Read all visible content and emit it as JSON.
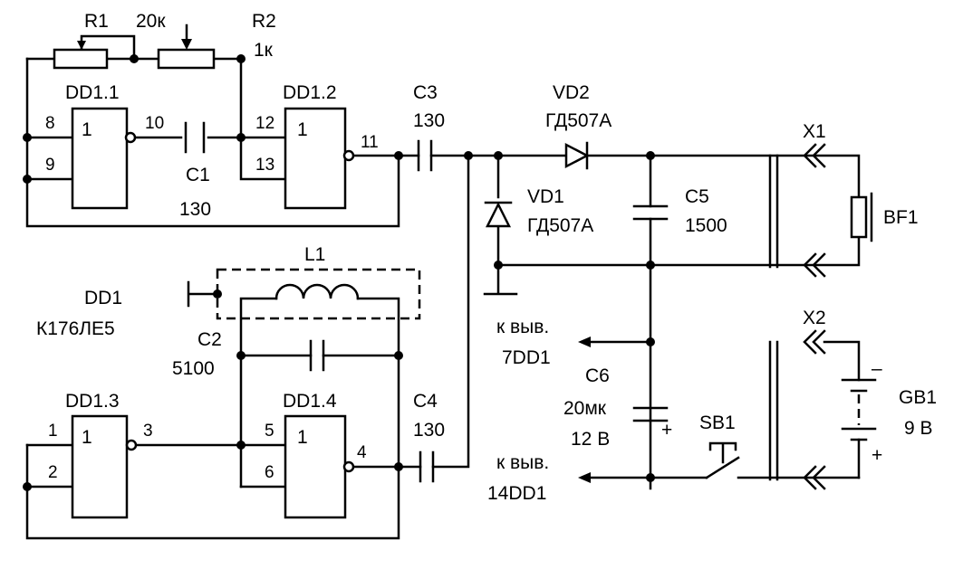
{
  "chip": {
    "name": "DD1",
    "part": "К176ЛЕ5"
  },
  "gates": {
    "dd11": {
      "label": "DD1.1",
      "symbol": "1",
      "pin_in_a": "8",
      "pin_in_b": "9",
      "pin_out": "10"
    },
    "dd12": {
      "label": "DD1.2",
      "symbol": "1",
      "pin_in_a": "12",
      "pin_in_b": "13",
      "pin_out": "11"
    },
    "dd13": {
      "label": "DD1.3",
      "symbol": "1",
      "pin_in_a": "1",
      "pin_in_b": "2",
      "pin_out": "3"
    },
    "dd14": {
      "label": "DD1.4",
      "symbol": "1",
      "pin_in_a": "5",
      "pin_in_b": "6",
      "pin_out": "4"
    }
  },
  "resistors": {
    "r1": {
      "label": "R1",
      "value": "20к"
    },
    "r2": {
      "label": "R2",
      "value": "1к"
    }
  },
  "capacitors": {
    "c1": {
      "label": "C1",
      "value": "130"
    },
    "c2": {
      "label": "C2",
      "value": "5100"
    },
    "c3": {
      "label": "C3",
      "value": "130"
    },
    "c4": {
      "label": "C4",
      "value": "130"
    },
    "c5": {
      "label": "C5",
      "value": "1500"
    },
    "c6": {
      "label": "C6",
      "value": "20мк",
      "voltage": "12 В",
      "polarity": "+"
    }
  },
  "diodes": {
    "vd1": {
      "label": "VD1",
      "part": "ГД507А"
    },
    "vd2": {
      "label": "VD2",
      "part": "ГД507А"
    }
  },
  "inductor": {
    "label": "L1"
  },
  "connectors": {
    "x1": {
      "label": "X1"
    },
    "x2": {
      "label": "X2"
    }
  },
  "earphone": {
    "label": "BF1"
  },
  "battery": {
    "label": "GB1",
    "value": "9 В",
    "minus": "–",
    "plus": "+"
  },
  "switch": {
    "label": "SB1"
  },
  "supply_taps": {
    "pin7": {
      "line1": "к выв.",
      "line2": "7DD1"
    },
    "pin14": {
      "line1": "к выв.",
      "line2": "14DD1"
    }
  }
}
